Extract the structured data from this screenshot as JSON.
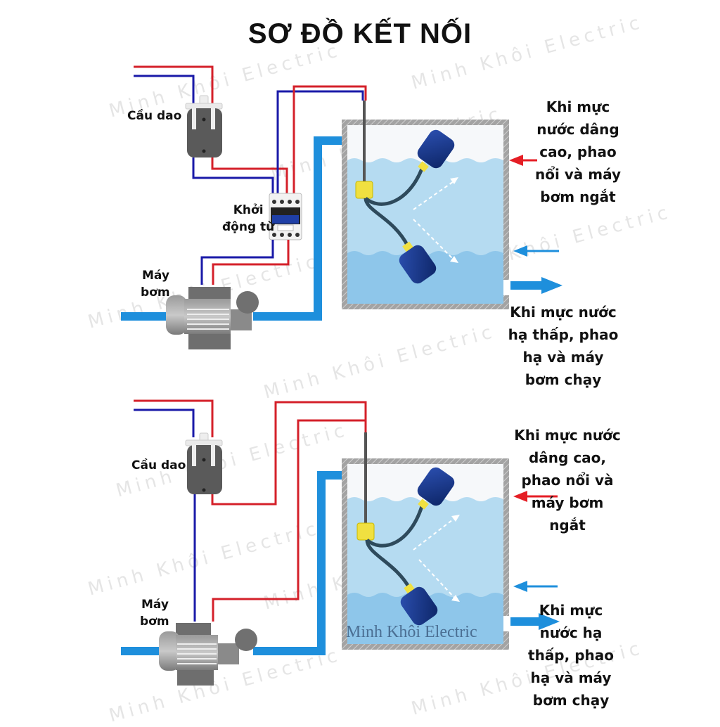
{
  "title": "SƠ ĐỒ KẾT NỐI",
  "watermark": "Minh Khôi Electric",
  "brand_label": "Minh Khôi Electric",
  "colors": {
    "live_wire": "#d4202a",
    "neutral_wire": "#1a1aa8",
    "water_pipe": "#1e8fdc",
    "water": "#a9d4ee",
    "tank_wall": "#9a9a9a",
    "float": "#1a3a8c",
    "clamp": "#f0e040",
    "high_level_arrow": "#e51e25",
    "low_level_arrow": "#1e8fdc"
  },
  "diagram_top": {
    "labels": {
      "breaker": "Cầu dao",
      "contactor_line1": "Khởi",
      "contactor_line2": "động từ",
      "pump_line1": "Máy",
      "pump_line2": "bơm"
    },
    "note_high": [
      "Khi mực",
      "nước dâng",
      "cao, phao",
      "nổi và máy",
      "bơm ngắt"
    ],
    "note_low": [
      "Khi mực nước",
      "hạ thấp, phao",
      "hạ và máy",
      "bơm chạy"
    ]
  },
  "diagram_bottom": {
    "labels": {
      "breaker": "Cầu dao",
      "pump_line1": "Máy",
      "pump_line2": "bơm"
    },
    "note_high": [
      "Khi mực nước",
      "dâng cao,",
      "phao nổi và",
      "máy bơm",
      "ngắt"
    ],
    "note_low": [
      "Khi mực",
      "nước hạ",
      "thấp, phao",
      "hạ và máy",
      "bơm chạy"
    ]
  }
}
